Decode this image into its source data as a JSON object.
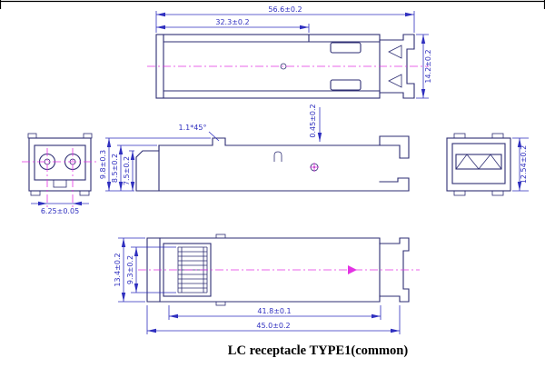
{
  "title": "LC receptacle TYPE1(common)",
  "colors": {
    "outline": "#2d2d73",
    "dimension": "#2f2fbf",
    "centerline": "#e332e3",
    "title_color": "#000000"
  },
  "views": {
    "top": {
      "dim_overall_length": "56.6±0.2",
      "dim_body_length": "32.3±0.2",
      "dim_width": "14.2±0.2"
    },
    "front": {
      "dim_port_pitch": "6.25±0.05"
    },
    "side": {
      "dim_chamfer": "1.1*45°",
      "dim_step": "0.45±0.2",
      "dim_height_max": "9.8±0.3",
      "dim_height_body": "8.5±0.2",
      "dim_height_nose": "7.5±0.2"
    },
    "rear": {
      "dim_height": "12.54±0.2"
    },
    "bottom": {
      "dim_width_outer": "13.4±0.2",
      "dim_width_inner": "9.3±0.2",
      "dim_length_inner": "41.8±0.1",
      "dim_length_overall": "45.0±0.2"
    }
  }
}
